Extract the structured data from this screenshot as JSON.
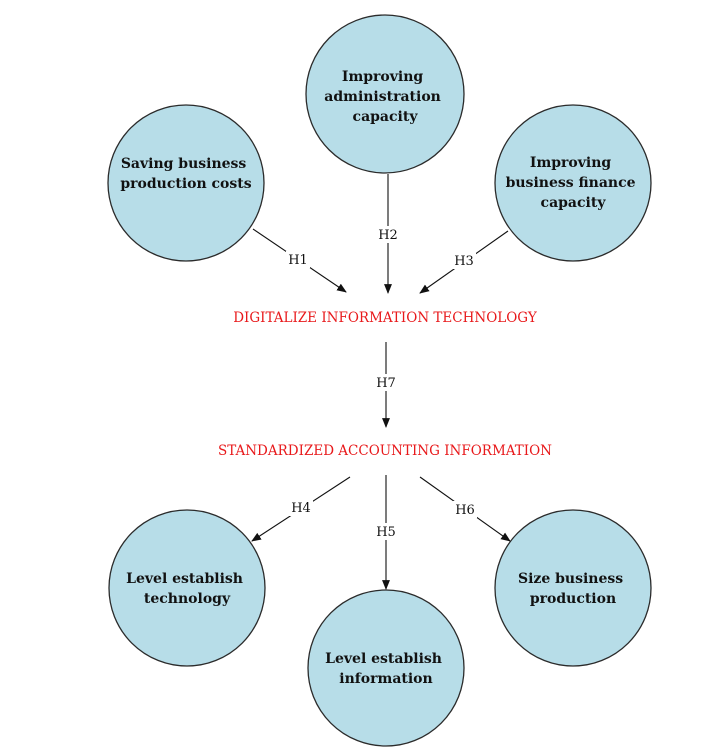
{
  "nodes": {
    "saving_costs": {
      "lines": [
        "Saving business",
        "production costs"
      ]
    },
    "improving_admin": {
      "lines": [
        "Improving",
        "administration",
        "capacity"
      ]
    },
    "improving_finance": {
      "lines": [
        "Improving",
        "business finance",
        "capacity"
      ]
    },
    "level_technology": {
      "lines": [
        "Level establish",
        "technology"
      ]
    },
    "level_information": {
      "lines": [
        "Level establish",
        "information"
      ]
    },
    "size_production": {
      "lines": [
        "Size business",
        "production"
      ]
    }
  },
  "concepts": {
    "digitalize": "DIGITALIZE INFORMATION TECHNOLOGY",
    "standardized": "STANDARDIZED ACCOUNTING INFORMATION"
  },
  "edges": {
    "h1": "H1",
    "h2": "H2",
    "h3": "H3",
    "h4": "H4",
    "h5": "H5",
    "h6": "H6",
    "h7": "H7"
  },
  "colors": {
    "node_fill": "#b7dde8",
    "concept_text": "#e8191b"
  }
}
